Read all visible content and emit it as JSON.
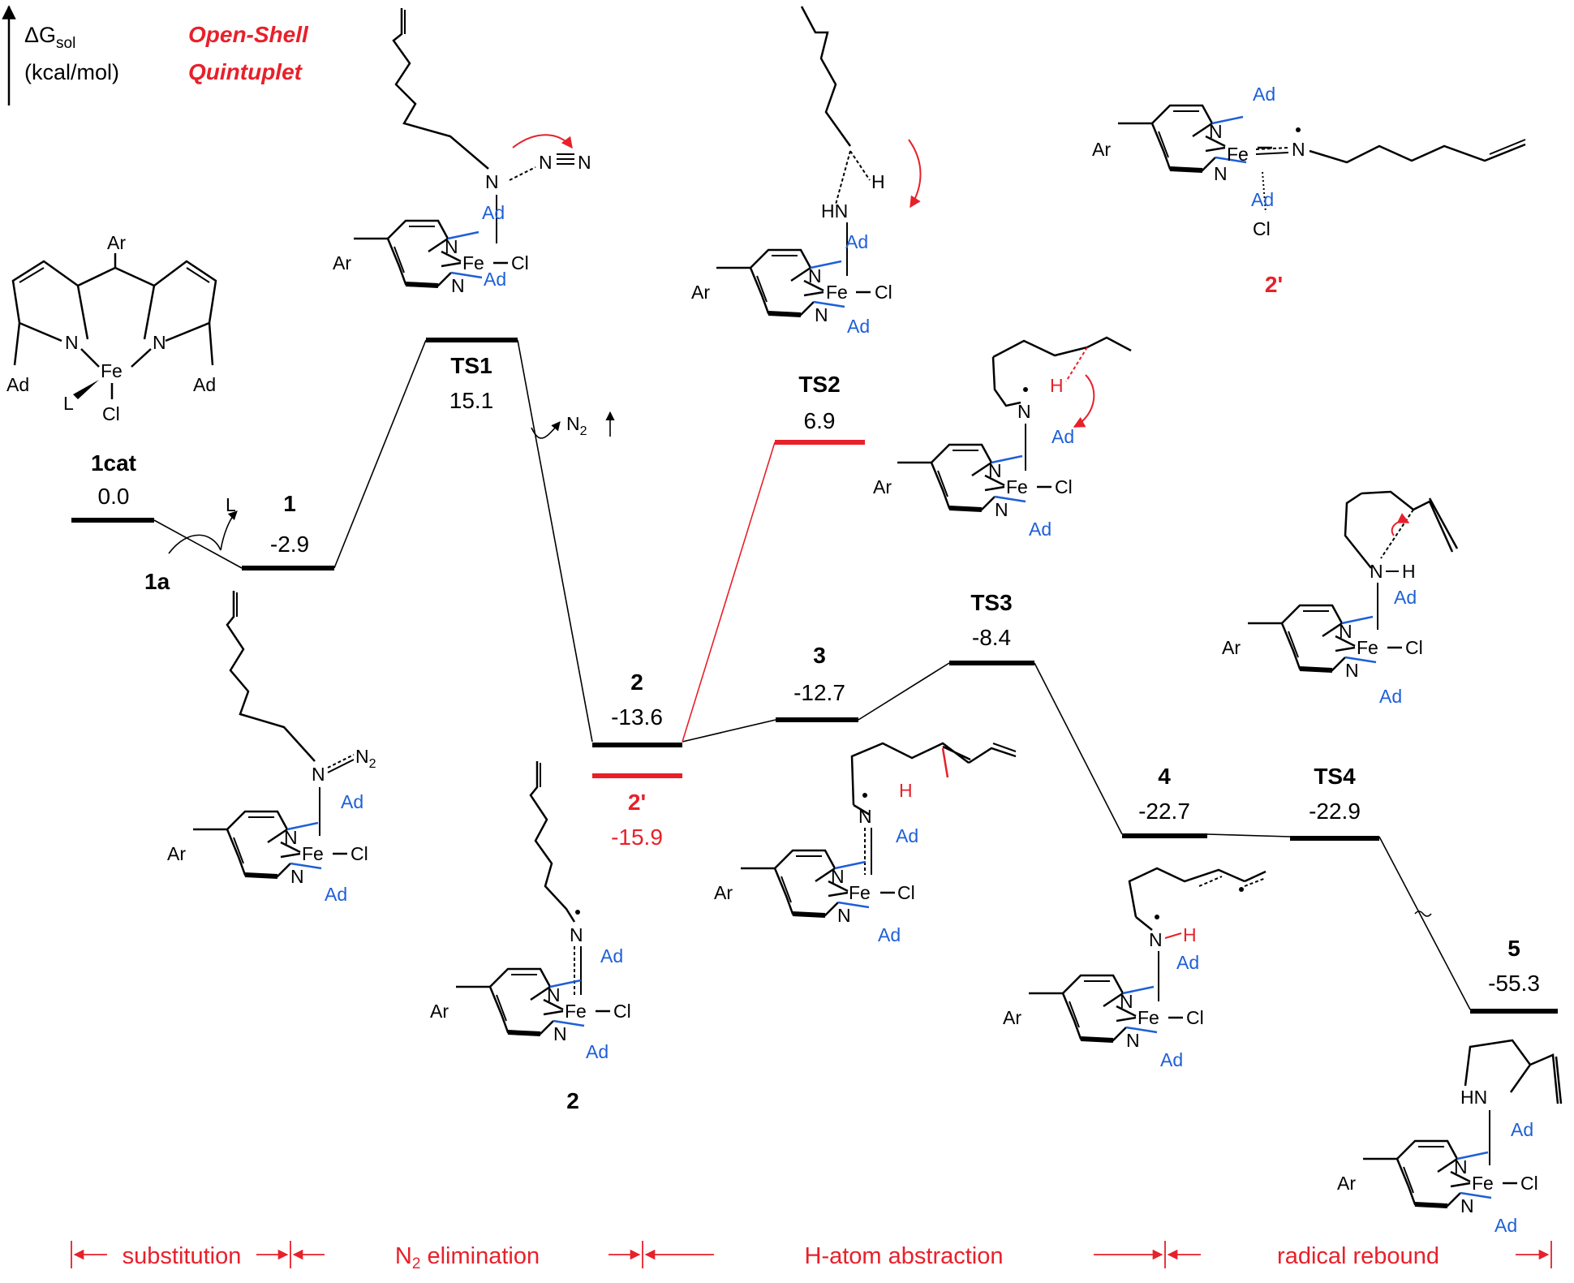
{
  "header": {
    "axis_quantity": "ΔG",
    "axis_subscript": "sol",
    "axis_unit": "(kcal/mol)",
    "state_line1": "Open-Shell",
    "state_line2": "Quintuplet"
  },
  "colors": {
    "black": "#000000",
    "red": "#e8202a",
    "blue": "#1e5fd8"
  },
  "levels": [
    {
      "id": "1cat",
      "label": "1cat",
      "energy": "0.0",
      "color": "black"
    },
    {
      "id": "1",
      "label": "1",
      "energy": "-2.9",
      "color": "black"
    },
    {
      "id": "TS1",
      "label": "TS1",
      "energy": "15.1",
      "color": "black"
    },
    {
      "id": "2",
      "label": "2",
      "energy": "-13.6",
      "color": "black"
    },
    {
      "id": "2p",
      "label": "2'",
      "energy": "-15.9",
      "color": "red"
    },
    {
      "id": "TS2",
      "label": "TS2",
      "energy": "6.9",
      "color": "red"
    },
    {
      "id": "3",
      "label": "3",
      "energy": "-12.7",
      "color": "black"
    },
    {
      "id": "TS3",
      "label": "TS3",
      "energy": "-8.4",
      "color": "black"
    },
    {
      "id": "4",
      "label": "4",
      "energy": "-22.7",
      "color": "black"
    },
    {
      "id": "TS4",
      "label": "TS4",
      "energy": "-22.9",
      "color": "black"
    },
    {
      "id": "5",
      "label": "5",
      "energy": "-55.3",
      "color": "black"
    }
  ],
  "annotations": {
    "l_out": "L",
    "substrate": "1a",
    "n2_out": "N",
    "n2_sub": "2"
  },
  "structure_labels": {
    "s2": "2",
    "s2p": "2'"
  },
  "atoms": {
    "ar": "Ar",
    "ad": "Ad",
    "fe": "Fe",
    "cl": "Cl",
    "n": "N",
    "h": "H",
    "hn": "HN",
    "l": "L",
    "n2": "N",
    "n2_sub": "2"
  },
  "phases": [
    {
      "label": "substitution"
    },
    {
      "label": "N",
      "sub": "2",
      "rest": " elimination"
    },
    {
      "label": "H-atom abstraction"
    },
    {
      "label": "radical rebound"
    }
  ]
}
